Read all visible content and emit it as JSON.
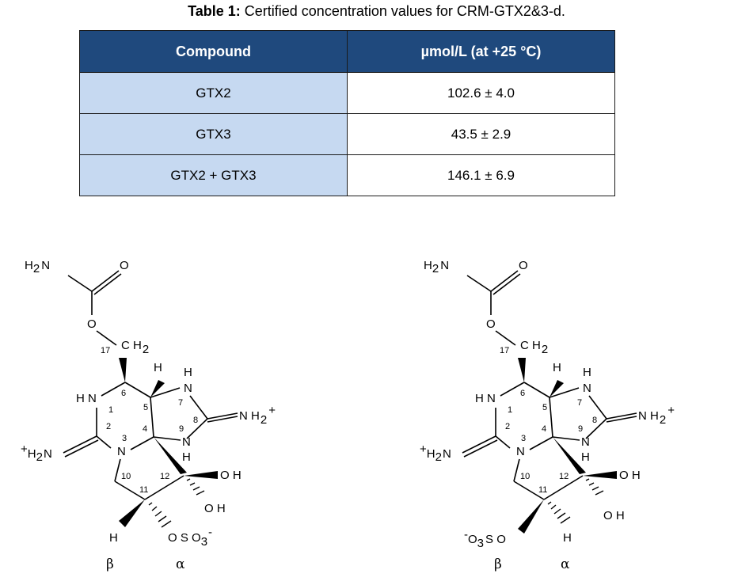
{
  "caption": {
    "prefix": "Table 1:",
    "text": "Certified concentration values for CRM-GTX2&3-d."
  },
  "table": {
    "headers": [
      "Compound",
      "µmol/L (at +25 °C)"
    ],
    "rows": [
      [
        "GTX2",
        "102.6 ± 4.0"
      ],
      [
        "GTX3",
        "43.5 ± 2.9"
      ],
      [
        "GTX2 + GTX3",
        "146.1 ± 6.9"
      ]
    ]
  },
  "structures": {
    "atoms": {
      "amide_n": "H",
      "amide_n2": "N",
      "carbonyl_o": "O",
      "ester_o": "O",
      "ch2": "C H",
      "h_left": "H N",
      "nh": "H",
      "nh_n": "N",
      "iminium": "N H",
      "iminium_left_n": "H",
      "oh": "O H",
      "h": "H",
      "oso3_left": "O S O",
      "oso3_right_prefix": "O",
      "oso3_right": "S O",
      "sub2": "2",
      "sub3": "3",
      "plus": "+",
      "minus": "-",
      "n": "N"
    },
    "numbers": [
      "17",
      "6",
      "5",
      "7",
      "8",
      "1",
      "2",
      "3",
      "4",
      "9",
      "10",
      "11",
      "12"
    ],
    "greek": [
      "β",
      "α"
    ]
  }
}
